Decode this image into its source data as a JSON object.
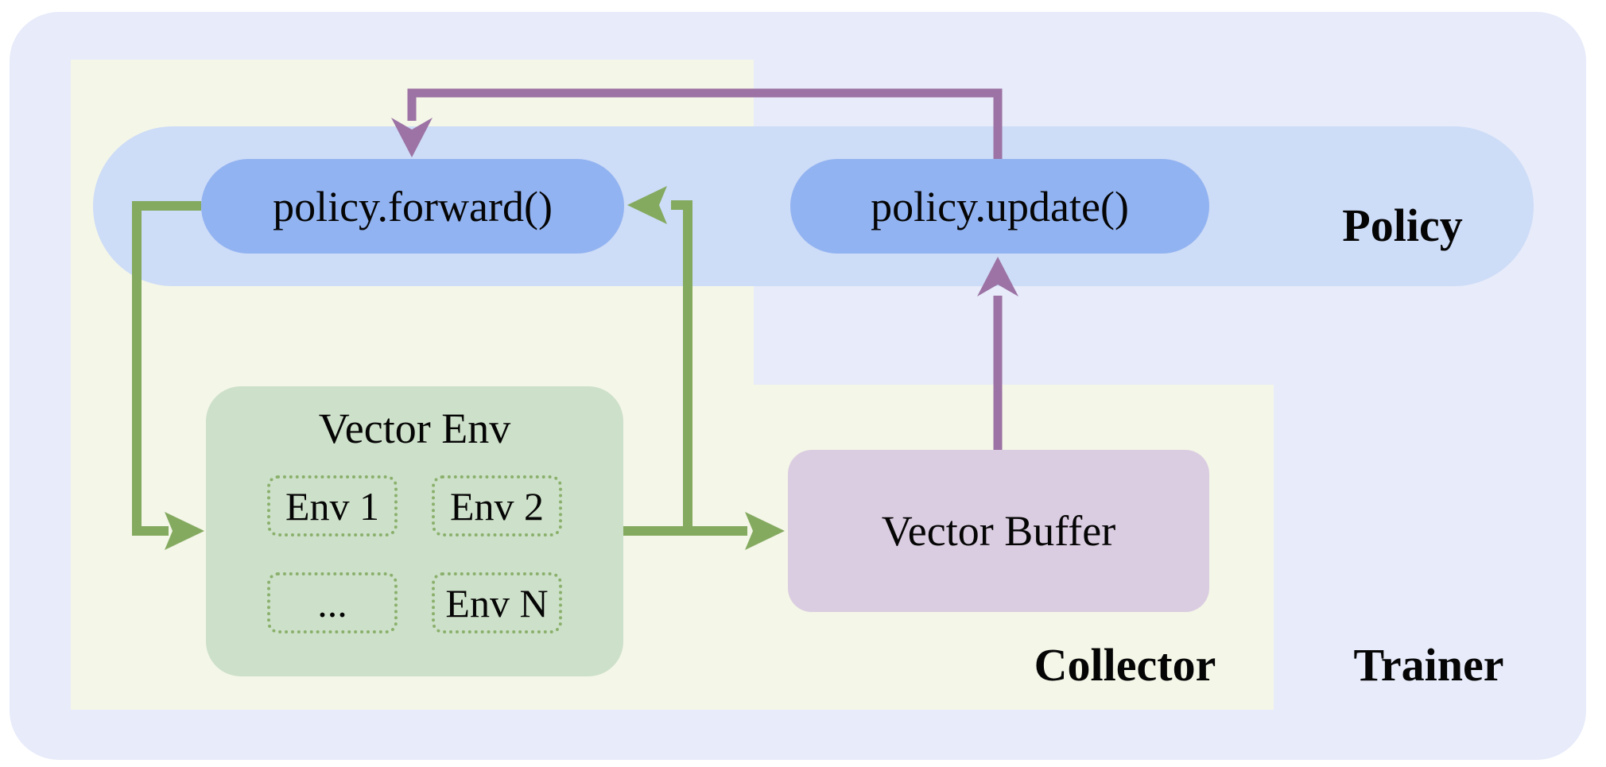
{
  "diagram": {
    "region_labels": {
      "policy": "Policy",
      "collector": "Collector",
      "trainer": "Trainer"
    },
    "nodes": {
      "policy_forward": "policy.forward()",
      "policy_update": "policy.update()",
      "vector_env_title": "Vector Env",
      "envs": [
        "Env 1",
        "Env 2",
        "...",
        "Env N"
      ],
      "vector_buffer": "Vector Buffer"
    },
    "arrows": [
      {
        "name": "update-to-forward",
        "from": "policy.update()",
        "to": "policy.forward()",
        "color": "#9c73a4"
      },
      {
        "name": "forward-to-env",
        "from": "policy.forward()",
        "to": "Vector Env",
        "color": "#84aa60"
      },
      {
        "name": "env-to-forward",
        "from": "Vector Env",
        "to": "policy.forward()",
        "color": "#84aa60"
      },
      {
        "name": "env-to-buffer",
        "from": "Vector Env",
        "to": "Vector Buffer",
        "color": "#84aa60"
      },
      {
        "name": "buffer-to-update",
        "from": "Vector Buffer",
        "to": "policy.update()",
        "color": "#9c73a4"
      }
    ],
    "colors": {
      "canvas_bg": "#ffffff",
      "trainer_bg": "#e7ebfa",
      "collector_bg": "#f4f6e8",
      "policy_band": "#cddcf7",
      "pill": "#92b3f1",
      "vector_env_bg": "#cde0c9",
      "env_border": "#8ab06c",
      "vector_buffer_bg": "#dbcde1",
      "arrow_green": "#84aa60",
      "arrow_purple": "#9c73a4",
      "text": "#050505"
    }
  }
}
